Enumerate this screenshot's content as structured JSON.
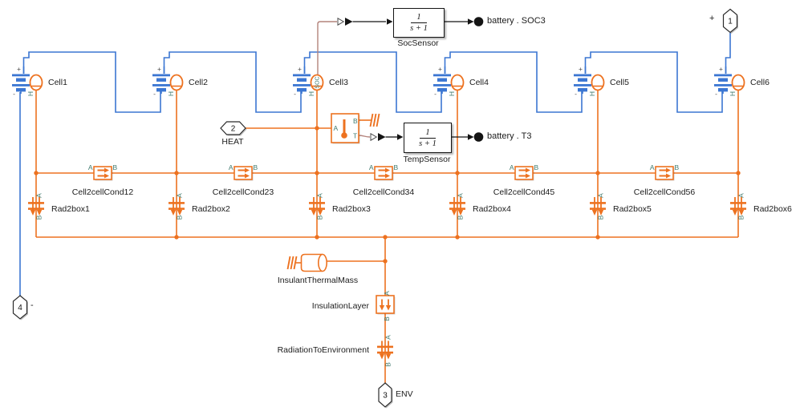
{
  "colors": {
    "electrical_blue": "#3b76d2",
    "thermal_orange": "#ed7220",
    "physical_signal_pink": "#b4837b",
    "signal_black": "#141414",
    "port_letter_teal": "#3f7a6e",
    "label_gray": "#1c1c1c"
  },
  "cells": [
    {
      "label": "Cell1"
    },
    {
      "label": "Cell2"
    },
    {
      "label": "Cell3"
    },
    {
      "label": "Cell4"
    },
    {
      "label": "Cell5"
    },
    {
      "label": "Cell6"
    }
  ],
  "conduction_blocks": [
    {
      "label": "Cell2cellCond12"
    },
    {
      "label": "Cell2cellCond23"
    },
    {
      "label": "Cell2cellCond34"
    },
    {
      "label": "Cell2cellCond45"
    },
    {
      "label": "Cell2cellCond56"
    }
  ],
  "radiation_blocks": [
    {
      "label": "Rad2box1"
    },
    {
      "label": "Rad2box2"
    },
    {
      "label": "Rad2box3"
    },
    {
      "label": "Rad2box4"
    },
    {
      "label": "Rad2box5"
    },
    {
      "label": "Rad2box6"
    }
  ],
  "sensors": {
    "soc": {
      "name": "SocSensor",
      "tf_numerator": "1",
      "tf_denominator": "s + 1",
      "output_label": "battery . SOC3"
    },
    "temp": {
      "name": "TempSensor",
      "tf_numerator": "1",
      "tf_denominator": "s + 1",
      "output_label": "battery . T3"
    }
  },
  "ports": {
    "plus": {
      "number": "1",
      "sign": "+"
    },
    "minus": {
      "number": "4",
      "sign": "-"
    },
    "heat": {
      "number": "2",
      "label": "HEAT"
    },
    "env": {
      "number": "3",
      "label": "ENV"
    }
  },
  "port_letters": {
    "a": "A",
    "b": "B",
    "h": "H",
    "t": "T",
    "soc": "SOC",
    "plus": "+",
    "minus": "-"
  },
  "bottom_section": {
    "thermal_mass_label": "InsulantThermalMass",
    "insulation_label": "InsulationLayer",
    "radiation_label": "RadiationToEnvironment"
  }
}
